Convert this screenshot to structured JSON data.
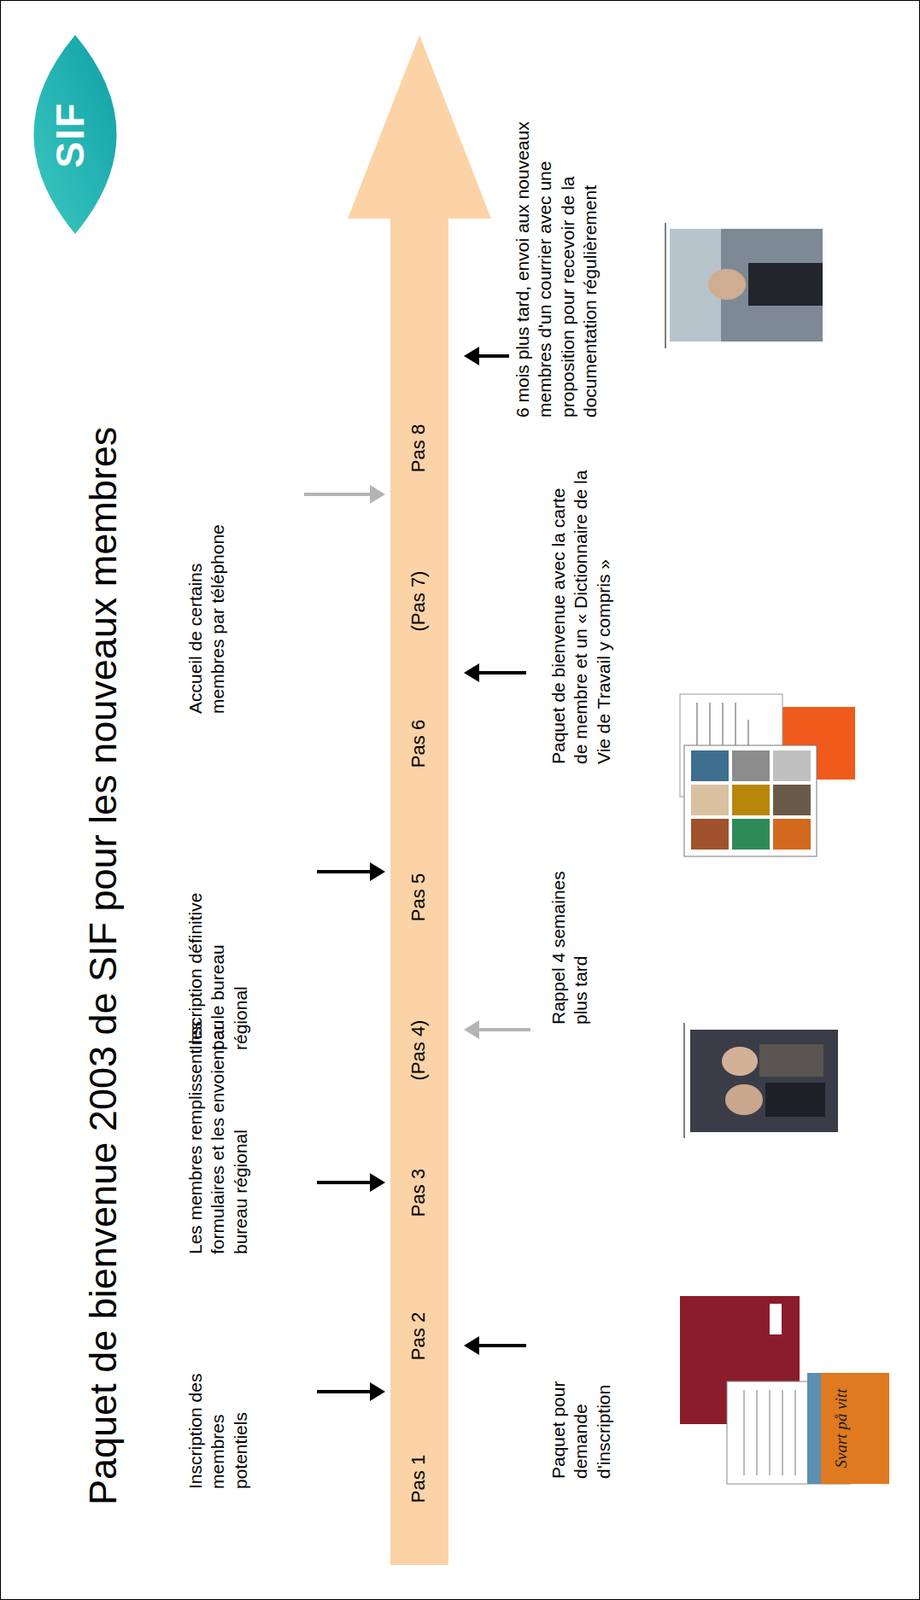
{
  "diagram": {
    "title": "Paquet de bienvenue 2003 de SIF pour les nouveaux membres",
    "nodes": [
      {
        "text": [
          "Pas 1",
          "Pas 2",
          "Pas 3",
          "(Pas 4)",
          "Pas 5",
          "Pas 6",
          "(Pas 7)",
          "Pas 8"
        ]
      }
    ],
    "labels": [
      "SIF",
      "Inscription des membres potentiels",
      "Les membres remplissent les formulaires et les envoient au bureau régional",
      "Inscription définitive par le bureau régional",
      "Accueil de certains membres par téléphone",
      "Paquet pour demande d'inscription",
      "Svart på vitt",
      "Rappel 4 semaines plus tard",
      "Paquet de bienvenue avec la carte de membre et un « Dictionnaire de la Vie de Travail y compris »",
      "6 mois plus tard, envoi aux nouveaux membres d'un courrier avec une proposition pour recevoir de la documentation régulièrement"
    ]
  }
}
